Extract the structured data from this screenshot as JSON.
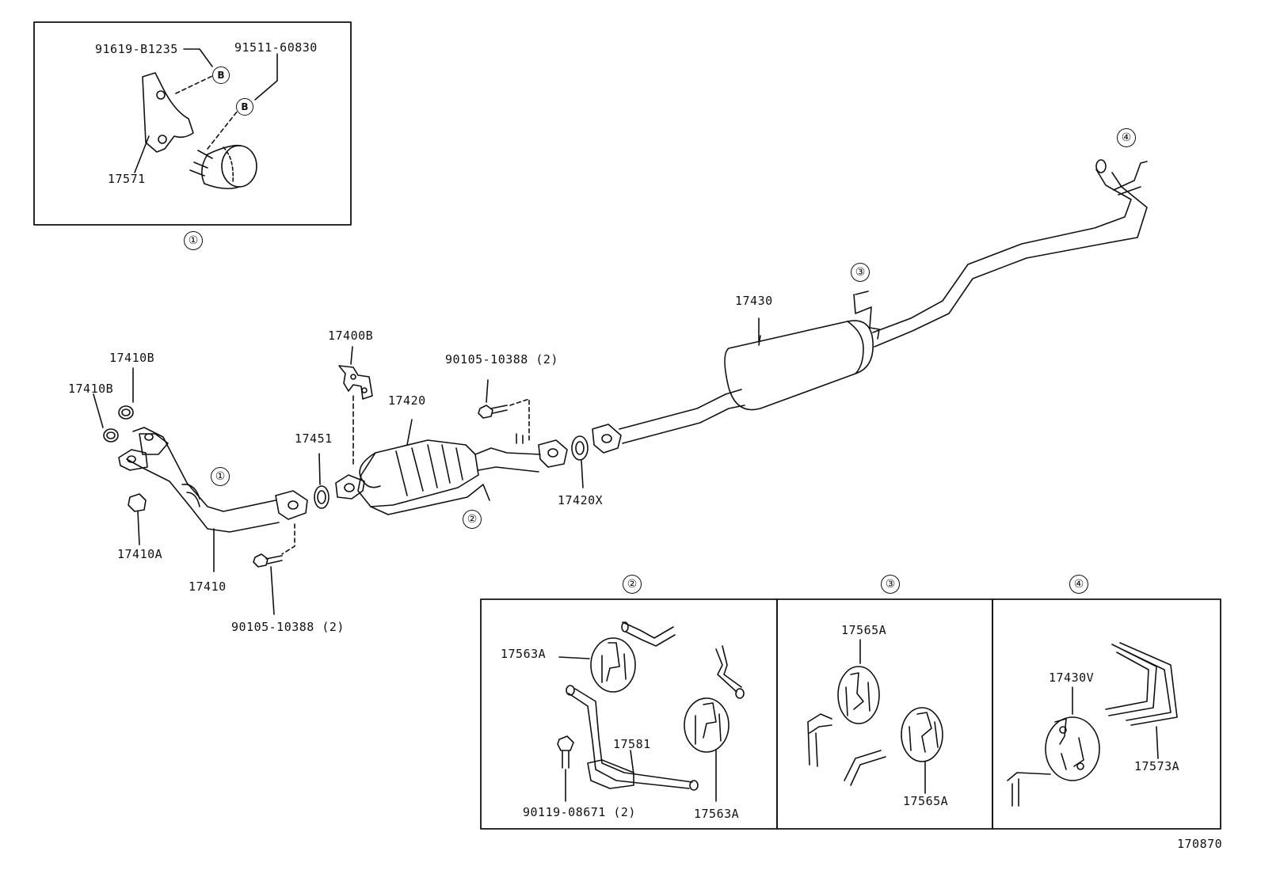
{
  "inset1": {
    "marker": "①",
    "bolt_b": "B",
    "parts": {
      "bolt": "91619-B1235",
      "nut": "91511-60830",
      "bracket": "17571"
    }
  },
  "main": {
    "markers": {
      "m1": "①",
      "m2": "②",
      "m3": "③",
      "m4": "④"
    },
    "parts": {
      "gasket_top": "17410B",
      "gasket_side": "17410B",
      "nut_a": "17410A",
      "front_pipe": "17410",
      "bolt_front": "90105-10388 (2)",
      "gasket_17451": "17451",
      "bracket_17400b": "17400B",
      "converter": "17420",
      "bolt_rear": "90105-10388 (2)",
      "gasket_17420x": "17420X",
      "muffler": "17430"
    }
  },
  "detail_boxes": [
    {
      "marker": "②",
      "parts": [
        "17563A",
        "17581",
        "90119-08671 (2)",
        "17563A"
      ]
    },
    {
      "marker": "③",
      "parts": [
        "17565A",
        "17565A"
      ]
    },
    {
      "marker": "④",
      "parts": [
        "17430V",
        "17573A"
      ]
    }
  ],
  "figure_number": "170870"
}
